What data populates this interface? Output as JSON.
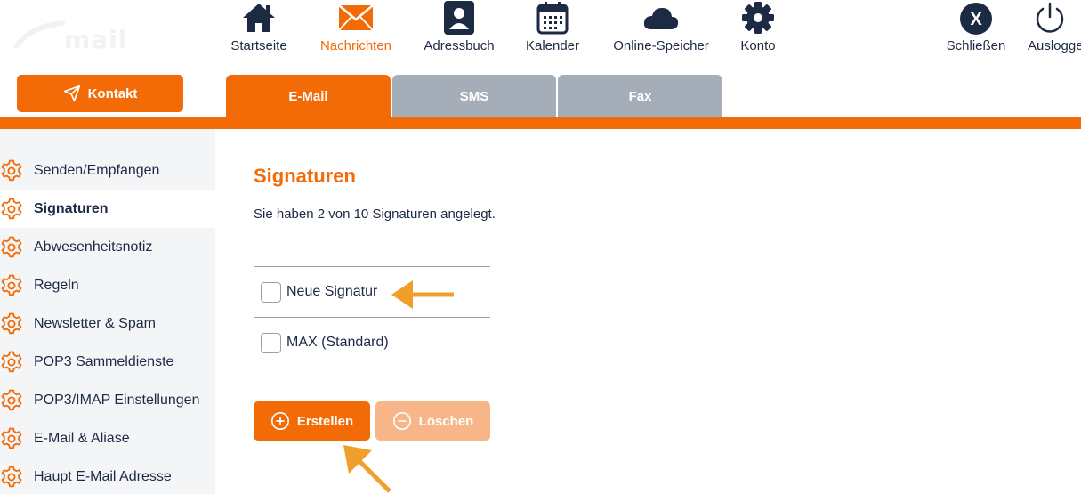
{
  "brand": {
    "logo_text": "mail"
  },
  "contact_button": {
    "label": "Kontakt",
    "icon": "paper-plane-icon"
  },
  "top_nav": {
    "items": [
      {
        "label": "Startseite",
        "icon": "home-icon"
      },
      {
        "label": "Nachrichten",
        "icon": "envelope-icon",
        "active": true
      },
      {
        "label": "Adressbuch",
        "icon": "address-book-icon"
      },
      {
        "label": "Kalender",
        "icon": "calendar-icon"
      },
      {
        "label": "Online-Speicher",
        "icon": "cloud-icon"
      },
      {
        "label": "Konto",
        "icon": "gear-icon"
      }
    ],
    "right_items": [
      {
        "label": "Schließen",
        "icon": "close-circle-icon"
      },
      {
        "label": "Ausloggen",
        "icon": "power-icon"
      }
    ]
  },
  "tabs": [
    {
      "label": "E-Mail",
      "active": true
    },
    {
      "label": "SMS",
      "active": false
    },
    {
      "label": "Fax",
      "active": false
    }
  ],
  "sidebar": {
    "items": [
      {
        "label": "Senden/Empfangen"
      },
      {
        "label": "Signaturen",
        "active": true
      },
      {
        "label": "Abwesenheitsnotiz"
      },
      {
        "label": "Regeln"
      },
      {
        "label": "Newsletter & Spam"
      },
      {
        "label": "POP3 Sammeldienste"
      },
      {
        "label": "POP3/IMAP Einstellungen"
      },
      {
        "label": "E-Mail & Aliase"
      },
      {
        "label": "Haupt E-Mail Adresse"
      }
    ]
  },
  "main": {
    "title": "Signaturen",
    "subtitle": "Sie haben 2 von 10 Signaturen angelegt.",
    "signatures": [
      {
        "label": "Neue Signatur",
        "checked": false
      },
      {
        "label": "MAX (Standard)",
        "checked": false
      }
    ],
    "create_button": "Erstellen",
    "delete_button": "Löschen"
  },
  "colors": {
    "accent": "#f26b07",
    "accent_disabled": "#f8b588",
    "navy": "#1d2a44",
    "tab_inactive": "#a5adb8",
    "annotation": "#f0a02a"
  }
}
